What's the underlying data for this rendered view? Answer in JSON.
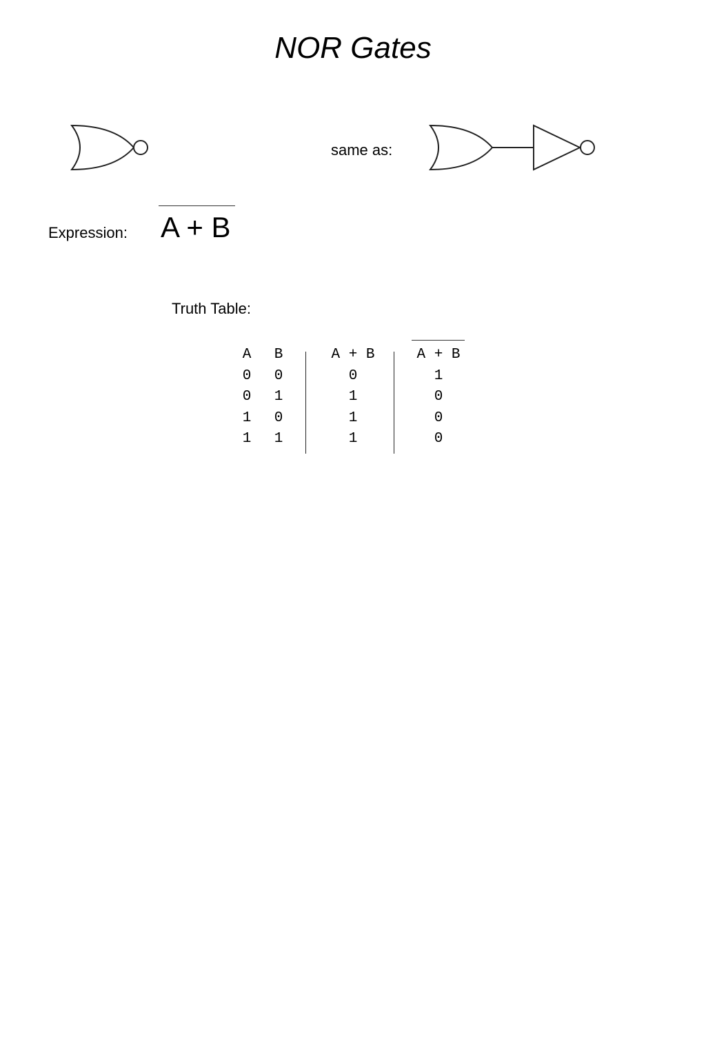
{
  "title": "NOR Gates",
  "same_as_label": "same as:",
  "expression": {
    "label": "Expression:",
    "value": "A + B"
  },
  "truth_table": {
    "label": "Truth Table:",
    "headers": [
      "A",
      "B",
      "A + B",
      "A + B"
    ],
    "rows": [
      [
        "0",
        "0",
        "0",
        "1"
      ],
      [
        "0",
        "1",
        "1",
        "0"
      ],
      [
        "1",
        "0",
        "1",
        "0"
      ],
      [
        "1",
        "1",
        "1",
        "0"
      ]
    ]
  },
  "gates": {
    "left": "nor-gate",
    "right": [
      "or-gate",
      "not-gate"
    ]
  }
}
